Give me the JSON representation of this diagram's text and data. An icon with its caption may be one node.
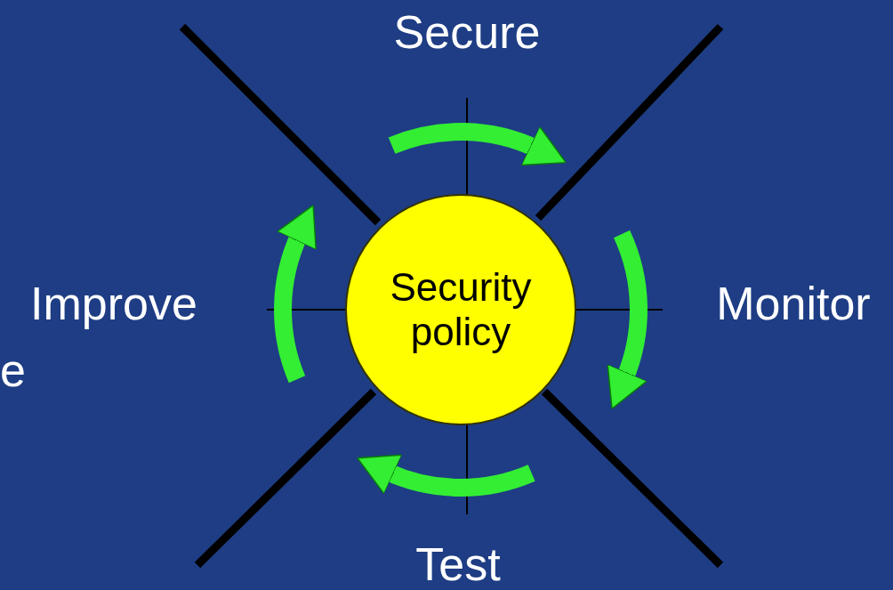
{
  "diagram": {
    "nodes": [
      {
        "text": [
          "Security policy"
        ]
      },
      {
        "text": [
          "Secure"
        ]
      },
      {
        "text": [
          "Monitor"
        ]
      },
      {
        "text": [
          "Test"
        ]
      },
      {
        "text": [
          "Improve"
        ]
      }
    ],
    "labels": [
      "e"
    ]
  }
}
